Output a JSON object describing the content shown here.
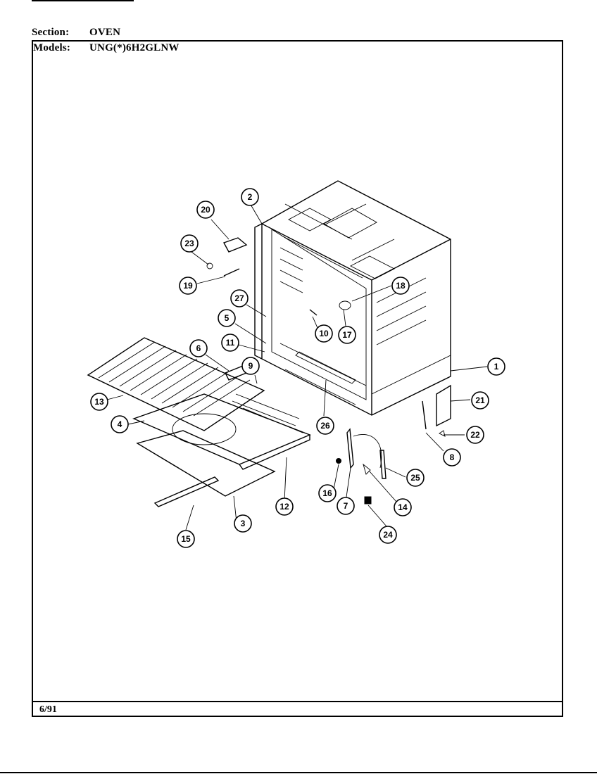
{
  "header": {
    "section_label": "Section:",
    "section_value": "OVEN",
    "models_label": "Models:",
    "models_value": "UNG(*)6H2GLNW"
  },
  "footer": {
    "date": "6/91"
  },
  "callouts": [
    {
      "id": "c1",
      "label": "1"
    },
    {
      "id": "c2",
      "label": "2"
    },
    {
      "id": "c3",
      "label": "3"
    },
    {
      "id": "c4",
      "label": "4"
    },
    {
      "id": "c5",
      "label": "5"
    },
    {
      "id": "c6",
      "label": "6"
    },
    {
      "id": "c7",
      "label": "7"
    },
    {
      "id": "c8",
      "label": "8"
    },
    {
      "id": "c9",
      "label": "9"
    },
    {
      "id": "c10",
      "label": "10"
    },
    {
      "id": "c11",
      "label": "11"
    },
    {
      "id": "c12",
      "label": "12"
    },
    {
      "id": "c13",
      "label": "13"
    },
    {
      "id": "c14",
      "label": "14"
    },
    {
      "id": "c15",
      "label": "15"
    },
    {
      "id": "c16",
      "label": "16"
    },
    {
      "id": "c17",
      "label": "17"
    },
    {
      "id": "c18",
      "label": "18"
    },
    {
      "id": "c19",
      "label": "19"
    },
    {
      "id": "c20",
      "label": "20"
    },
    {
      "id": "c21",
      "label": "21"
    },
    {
      "id": "c22",
      "label": "22"
    },
    {
      "id": "c23",
      "label": "23"
    },
    {
      "id": "c24",
      "label": "24"
    },
    {
      "id": "c25",
      "label": "25"
    },
    {
      "id": "c26",
      "label": "26"
    },
    {
      "id": "c27",
      "label": "27"
    }
  ]
}
